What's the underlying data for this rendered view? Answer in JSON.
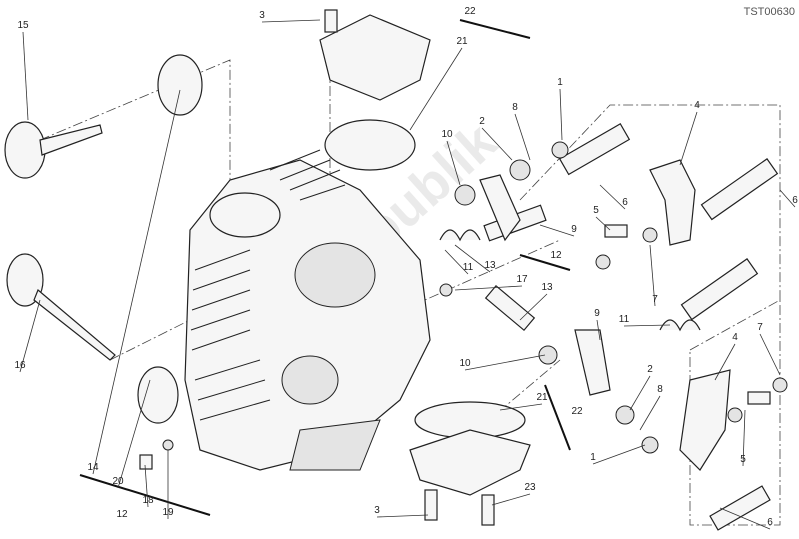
{
  "drawing_code": "TST00630",
  "watermark": "PartsRepublik",
  "callouts": [
    "15",
    "3",
    "22",
    "21",
    "1",
    "8",
    "2",
    "10",
    "4",
    "6",
    "9",
    "5",
    "6",
    "7",
    "12",
    "13",
    "11",
    "17",
    "13",
    "11",
    "9",
    "10",
    "16",
    "7",
    "4",
    "21",
    "22",
    "2",
    "8",
    "1",
    "5",
    "14",
    "20",
    "18",
    "19",
    "12",
    "3",
    "23",
    "6"
  ]
}
